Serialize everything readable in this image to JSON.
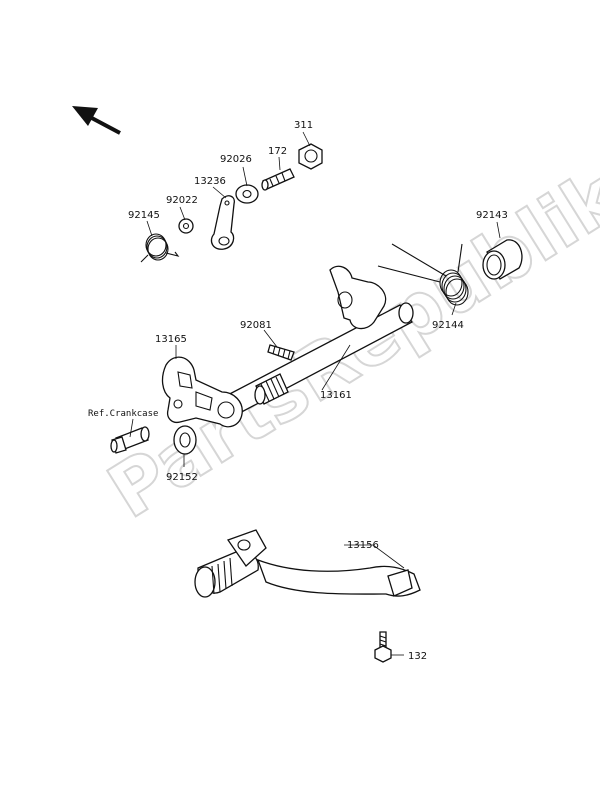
{
  "watermark": "PartsRepublik",
  "labels": {
    "p311": "311",
    "p172": "172",
    "p92026": "92026",
    "p13236": "13236",
    "p92022": "92022",
    "p92145": "92145",
    "p92143": "92143",
    "p92144": "92144",
    "p92081": "92081",
    "p13165": "13165",
    "p13161": "13161",
    "pRef": "Ref.Crankcase",
    "p92152": "92152",
    "p13156": "13156",
    "p132": "132"
  }
}
